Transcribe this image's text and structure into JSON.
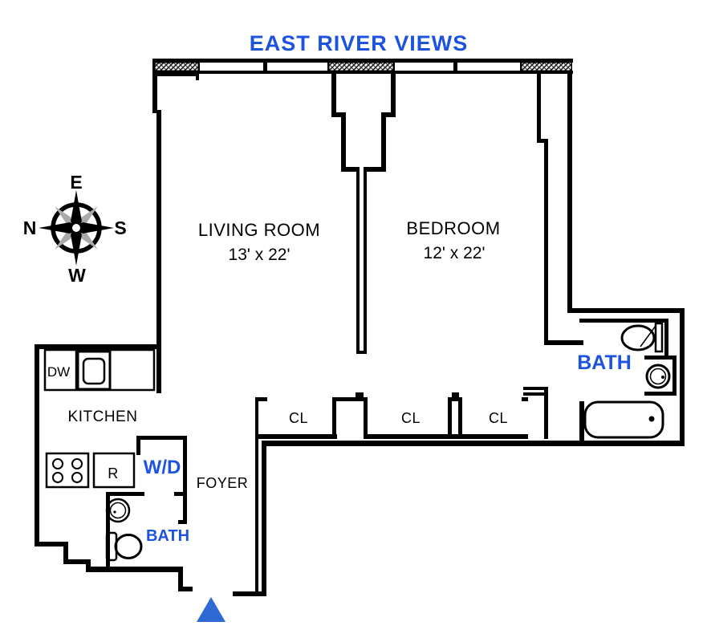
{
  "title": "EAST RIVER VIEWS",
  "colors": {
    "accent_blue": "#1d53de",
    "wall": "#000000",
    "entry_triangle": "#2e6ad4",
    "window_hatch": "#222222"
  },
  "compass": {
    "north": "N",
    "east": "E",
    "south": "S",
    "west": "W"
  },
  "rooms": {
    "living": {
      "name": "LIVING ROOM",
      "dims": "13' x 22'"
    },
    "bedroom": {
      "name": "BEDROOM",
      "dims": "12' x 22'"
    },
    "kitchen": {
      "name": "KITCHEN"
    },
    "foyer": {
      "name": "FOYER"
    },
    "bath_upper": {
      "name": "BATH"
    },
    "bath_lower": {
      "name": "BATH"
    },
    "laundry": {
      "name": "W/D"
    }
  },
  "closets": [
    {
      "label": "CL"
    },
    {
      "label": "CL"
    },
    {
      "label": "CL"
    }
  ],
  "appliances": {
    "dishwasher": "DW",
    "refrigerator": "R"
  },
  "fixtures": [
    "kitchen-sink",
    "stove-burners",
    "toilet",
    "bathroom-sink",
    "bathtub"
  ],
  "entrance": {
    "marker": "entry-triangle"
  }
}
